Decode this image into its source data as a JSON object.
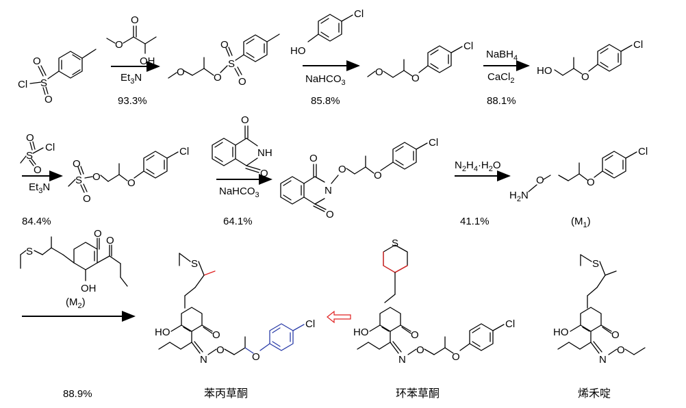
{
  "row1": {
    "tscl": {
      "cl": "Cl",
      "s": "S",
      "o1": "O",
      "o2": "O"
    },
    "reagent1": {
      "o1": "O",
      "o2": "O",
      "oh": "OH"
    },
    "base1": "Et",
    "base1_sub": "3",
    "base1_n": "N",
    "yield1": "93.3%",
    "p1": {
      "o1": "O",
      "o2": "O",
      "s": "S",
      "o3": "O",
      "o4": "O"
    },
    "phenol": {
      "ho": "HO",
      "cl": "Cl"
    },
    "base2": "NaHCO",
    "base2_sub": "3",
    "yield2": "85.8%",
    "p2": {
      "o1": "O",
      "o2": "O",
      "cl": "Cl"
    },
    "red1": "NaBH",
    "red1_sub": "4",
    "red2": "CaCl",
    "red2_sub": "2",
    "yield3": "88.1%",
    "p3": {
      "ho": "HO",
      "o": "O",
      "cl": "Cl"
    }
  },
  "row2": {
    "mscl": {
      "o1": "O",
      "s": "S",
      "cl": "Cl",
      "o2": "O"
    },
    "base1": "Et",
    "base1_sub": "3",
    "base1_n": "N",
    "yield4": "84.4%",
    "p4": {
      "s": "S",
      "o1": "O",
      "o2": "O",
      "o3": "O",
      "o4": "O",
      "cl": "Cl"
    },
    "phth": {
      "o1": "O",
      "nh": "NH",
      "o2": "O"
    },
    "base2": "NaHCO",
    "base2_sub": "3",
    "yield5": "64.1%",
    "p5": {
      "o1": "O",
      "n": "N",
      "o2": "O",
      "o3": "O",
      "o4": "O",
      "cl": "Cl"
    },
    "hyd_a": "N",
    "hyd_a_sub": "2",
    "hyd_b": "H",
    "hyd_b_sub": "4",
    "hyd_c": "·H",
    "hyd_c_sub": "2",
    "hyd_d": "O",
    "yield6": "41.1%",
    "m1": {
      "h2n": "H",
      "h2n_sub": "2",
      "n": "N",
      "o1": "O",
      "o2": "O",
      "cl": "Cl"
    },
    "m1_label": "(M",
    "m1_label_sub": "1",
    "m1_label_end": ")"
  },
  "row3": {
    "m2": {
      "s": "S",
      "o1": "O",
      "oh": "OH",
      "o2": "O"
    },
    "m2_label": "(M",
    "m2_label_sub": "2",
    "m2_label_end": ")",
    "yield7": "88.9%",
    "p_final": {
      "s": "S",
      "ho": "HO",
      "o1": "O",
      "n": "N",
      "o2": "O",
      "o3": "O",
      "cl": "Cl"
    },
    "name1": "苯丙草酮",
    "comp2": {
      "s": "S",
      "ho": "HO",
      "o1": "O",
      "n": "N",
      "o2": "O",
      "o3": "O",
      "cl": "Cl"
    },
    "name2": "环苯草酮",
    "comp3": {
      "s": "S",
      "ho": "HO",
      "o1": "O",
      "n": "N",
      "o2": "O"
    },
    "name3": "烯禾啶"
  },
  "colors": {
    "ink": "#000000",
    "highlight_red": "#e02020",
    "highlight_blue": "#2a3ca8"
  },
  "icons": {
    "compare_arrow": "hollow-left-arrow-icon"
  }
}
